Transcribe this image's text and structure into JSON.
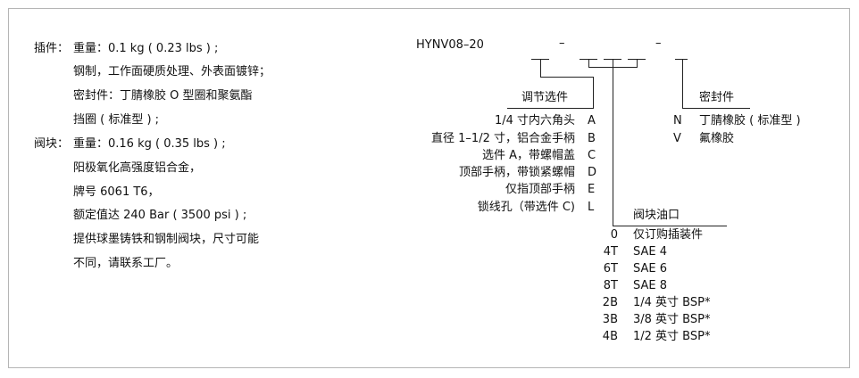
{
  "left": {
    "insert_label": "插件：",
    "insert_lines": [
      "重量：0.1 kg ( 0.23 lbs ) ;",
      "钢制，工作面硬质处理、外表面镀锌；",
      "密封件：丁腈橡胶 O 型圈和聚氨酯",
      "挡圈 ( 标准型 ) ;"
    ],
    "block_label": "阀块：",
    "block_lines": [
      "重量：0.16 kg ( 0.35 lbs ) ;",
      "阳极氧化高强度铝合金，",
      "牌号 6061 T6，",
      "额定值达 240 Bar ( 3500 psi ) ;",
      "提供球墨铸铁和钢制阀块，尺寸可能",
      "不同，请联系工厂。"
    ]
  },
  "code": {
    "model": "HYNV08–20",
    "dash1": "–",
    "dash2": "–"
  },
  "adjust": {
    "title": "调节选件",
    "items": [
      {
        "desc": "1/4 寸内六角头",
        "code": "A"
      },
      {
        "desc": "直径 1–1/2 寸，铝合金手柄",
        "code": "B"
      },
      {
        "desc": "选件 A，带螺帽盖",
        "code": "C"
      },
      {
        "desc": "顶部手柄，带锁紧螺帽",
        "code": "D"
      },
      {
        "desc": "仅指顶部手柄",
        "code": "E"
      },
      {
        "desc": "锁线孔（带选件 C)",
        "code": "L"
      }
    ]
  },
  "seal": {
    "title": "密封件",
    "items": [
      {
        "code": "N",
        "desc": "丁腈橡胶 ( 标准型 )"
      },
      {
        "code": "V",
        "desc": "氟橡胶"
      }
    ]
  },
  "port": {
    "title": "阀块油口",
    "items": [
      {
        "code": "0",
        "desc": "仅订购插装件"
      },
      {
        "code": "4T",
        "desc": "SAE 4"
      },
      {
        "code": "6T",
        "desc": "SAE 6"
      },
      {
        "code": "8T",
        "desc": "SAE 8"
      },
      {
        "code": "2B",
        "desc": "1/4 英寸 BSP*"
      },
      {
        "code": "3B",
        "desc": "3/8 英寸 BSP*"
      },
      {
        "code": "4B",
        "desc": "1/2 英寸 BSP*"
      }
    ]
  }
}
